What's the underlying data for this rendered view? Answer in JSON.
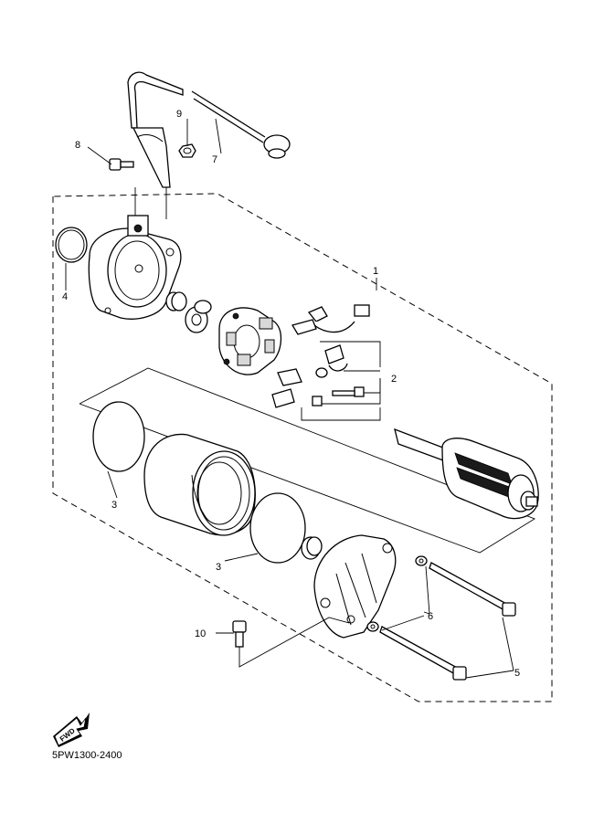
{
  "diagram_code": "5PW1300-2400",
  "fwd_badge": "FWD",
  "callouts": {
    "c1": "1",
    "c2": "2",
    "c3a": "3",
    "c3b": "3",
    "c4": "4",
    "c5": "5",
    "c6": "6",
    "c7": "7",
    "c8": "8",
    "c9": "9",
    "c10": "10"
  }
}
